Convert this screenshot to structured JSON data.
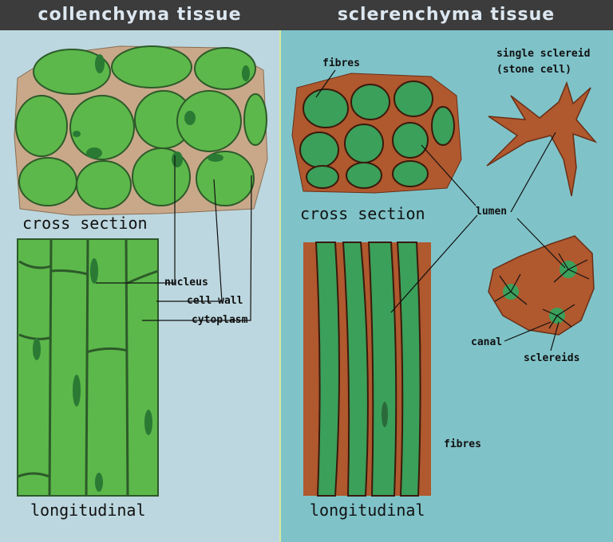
{
  "left": {
    "title": "collenchyma tissue",
    "cross_label": "cross section",
    "long_label": "longitudinal",
    "labels": {
      "nucleus": "nucleus",
      "cell_wall": "cell wall",
      "cytoplasm": "cytoplasm"
    }
  },
  "right": {
    "title": "sclerenchyma tissue",
    "fibres_top": "fibres",
    "single_sclereid": "single sclereid",
    "stone_cell": "(stone cell)",
    "cross_label": "cross section",
    "lumen": "lumen",
    "canal": "canal",
    "sclereids": "sclereids",
    "fibres_side": "fibres",
    "long_label": "longitudinal"
  },
  "colors": {
    "header_bg": "#3c3c3c",
    "header_text": "#dce7f0",
    "left_bg": "#bcd7df",
    "right_bg": "#7fc3c9",
    "cell_green": "#5cb84a",
    "cell_dark": "#2a7a34",
    "wall_tan": "#c9a88a",
    "sclerenchyma_brown": "#b0582e"
  }
}
